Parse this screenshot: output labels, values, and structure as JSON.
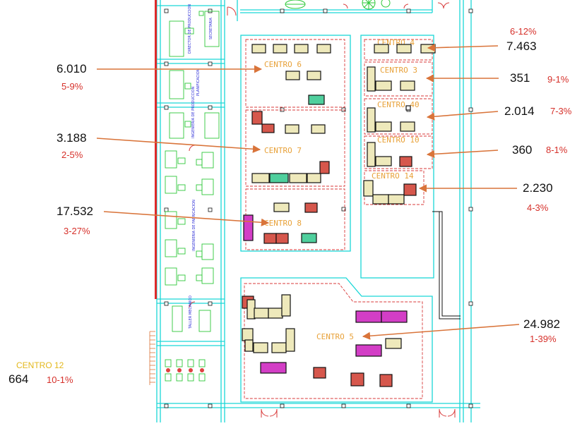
{
  "rooms": [
    {
      "name": "SECRETARIA"
    },
    {
      "name": "DIRECTOR DE PRODUCCION"
    },
    {
      "name": "PLANIFICACION"
    },
    {
      "name": "INGENIERIA DE PRODUCCION"
    },
    {
      "name": "INGENIERIA DE FABRICACION"
    },
    {
      "name": "TALLER MECANICO"
    }
  ],
  "centers": [
    {
      "id": "centro6",
      "label": "CENTRO 6",
      "value": "6.010",
      "pct": "5-9%"
    },
    {
      "id": "centro7",
      "label": "CENTRO 7",
      "value": "3.188",
      "pct": "2-5%"
    },
    {
      "id": "centro8",
      "label": "CENTRO 8",
      "value": "17.532",
      "pct": "3-27%"
    },
    {
      "id": "centro4",
      "label": "CENTRO 4",
      "value": "7.463",
      "pct": "6-12%"
    },
    {
      "id": "centro3",
      "label": "CENTRO 3",
      "value": "351",
      "pct": "9-1%"
    },
    {
      "id": "centro40",
      "label": "CENTRO 40",
      "value": "2.014",
      "pct": "7-3%"
    },
    {
      "id": "centro10",
      "label": "CENTRO 10",
      "value": "360",
      "pct": "8-1%"
    },
    {
      "id": "centro14",
      "label": "CENTRO 14",
      "value": "2.230",
      "pct": "4-3%"
    },
    {
      "id": "centro5",
      "label": "CENTRO 5",
      "value": "24.982",
      "pct": "1-39%"
    },
    {
      "id": "centro12",
      "label": "CENTRO 12",
      "value": "664",
      "pct": "10-1%"
    }
  ],
  "colors": {
    "wall": "#1ad7d7",
    "zone": "#d83a3a",
    "furniture": "#2fc83a",
    "arrow": "#d9743a",
    "label": "#e8a23a",
    "machine_beige": "#eee9bb",
    "machine_red": "#d6574c",
    "machine_green": "#4fcf9d",
    "machine_magenta": "#d33ec6"
  }
}
